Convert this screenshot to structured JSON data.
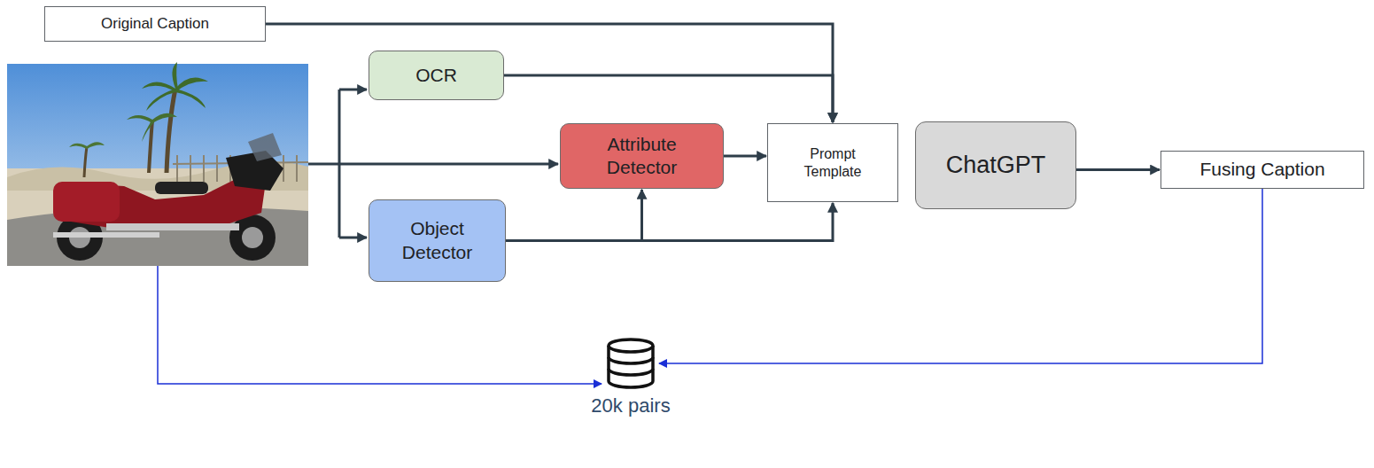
{
  "diagram": {
    "nodes": [
      {
        "text": [
          "Original Caption"
        ]
      },
      {
        "text": [
          "OCR"
        ]
      },
      {
        "text": [
          "Attribute Detector"
        ]
      },
      {
        "text": [
          "Object Detector"
        ]
      },
      {
        "text": [
          "Prompt Template"
        ]
      },
      {
        "text": [
          "ChatGPT"
        ]
      },
      {
        "text": [
          "Fusing Caption"
        ]
      },
      {
        "text": [
          "20k pairs"
        ]
      }
    ],
    "edges": [
      {
        "from": 0,
        "to": 4,
        "arrow": "to"
      },
      {
        "from": 1,
        "to": 4,
        "arrow": "to"
      },
      {
        "from": 3,
        "to": 2,
        "arrow": "to"
      },
      {
        "from": 3,
        "to": 4,
        "arrow": "to"
      },
      {
        "from": 2,
        "to": 4,
        "arrow": "to"
      },
      {
        "from": 5,
        "to": 6,
        "arrow": "to"
      },
      {
        "from": 6,
        "to": 7,
        "arrow": "to"
      }
    ]
  }
}
